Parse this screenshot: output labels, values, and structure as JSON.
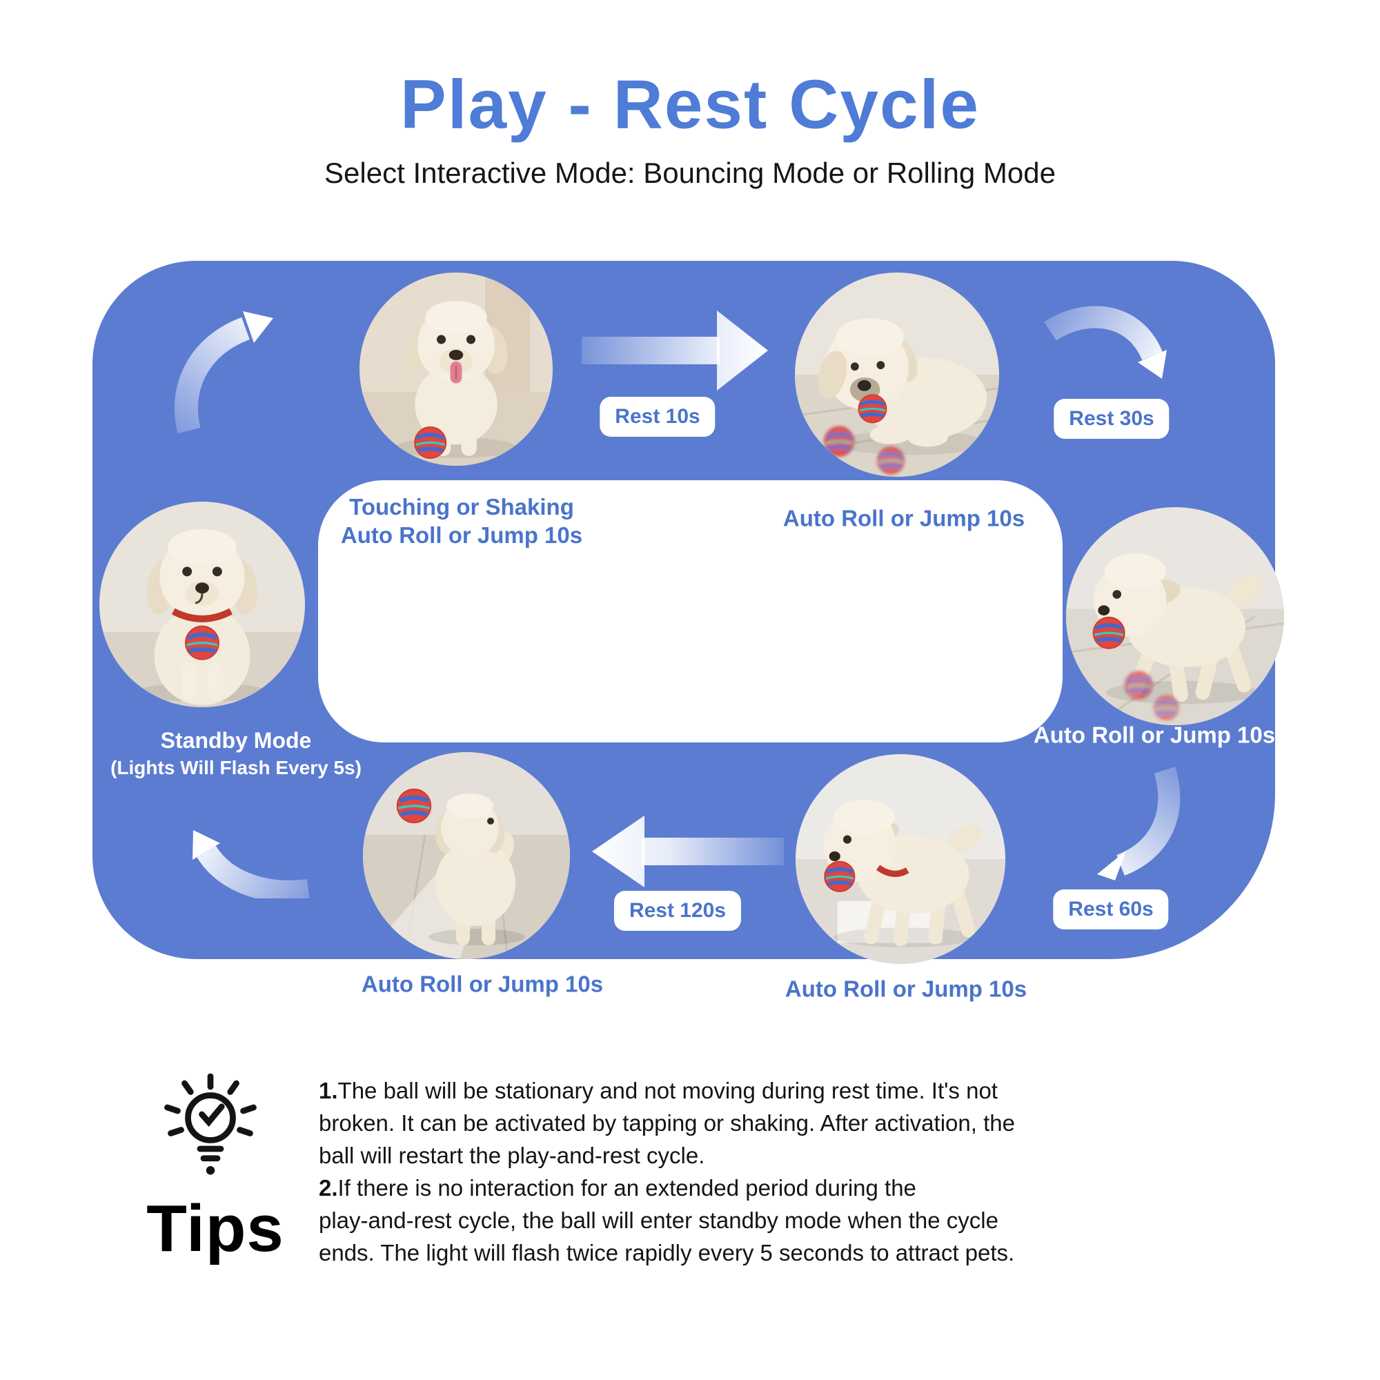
{
  "colors": {
    "background_blue": "#5b7cd1",
    "title_blue": "#4e7cd6",
    "label_blue": "#4a74cb",
    "text_black": "#141414",
    "panel_white": "#ffffff",
    "ball_red": "#e2463d",
    "ball_stripe_blue": "#3f6ad1"
  },
  "header": {
    "title": "Play - Rest Cycle",
    "subtitle": "Select Interactive Mode: Bouncing Mode or Rolling Mode"
  },
  "cycle": {
    "start_caption": {
      "line1": "Touching or Shaking",
      "line2": "Auto Roll or Jump 10s"
    },
    "top_caption": "Auto Roll or Jump 10s",
    "right_caption": "Auto Roll or Jump 10s",
    "bottom_right_caption": "Auto Roll or Jump 10s",
    "bottom_left_caption": "Auto Roll or Jump 10s",
    "standby": {
      "line1": "Standby Mode",
      "line2": "(Lights Will Flash Every 5s)"
    },
    "rest_badges": [
      {
        "id": "rest-10s",
        "label": "Rest 10s"
      },
      {
        "id": "rest-30s",
        "label": "Rest 30s"
      },
      {
        "id": "rest-60s",
        "label": "Rest 60s"
      },
      {
        "id": "rest-120s",
        "label": "Rest 120s"
      }
    ],
    "photos": [
      "dog-standing-with-ball",
      "dog-lying-nose-on-ball",
      "dog-running-ball-in-mouth",
      "dog-walking-away-ball-in-air",
      "dog-walking-left-ball-in-mouth",
      "dog-sitting-standby-ball-on-chest"
    ]
  },
  "tips": {
    "heading": "Tips",
    "icon": "lightbulb-icon",
    "tip1": {
      "num": "1.",
      "line1": "The ball will be stationary and not moving during rest time. It's not",
      "line2": "broken. It can be activated by tapping or shaking. After activation, the",
      "line3": "ball will restart the play-and-rest cycle."
    },
    "tip2": {
      "num": "2.",
      "line1": "If there is no interaction for an extended period during the",
      "line2": "play-and-rest cycle, the ball will enter standby mode when the cycle",
      "line3": "ends. The light will flash twice rapidly every 5 seconds to attract pets."
    }
  }
}
